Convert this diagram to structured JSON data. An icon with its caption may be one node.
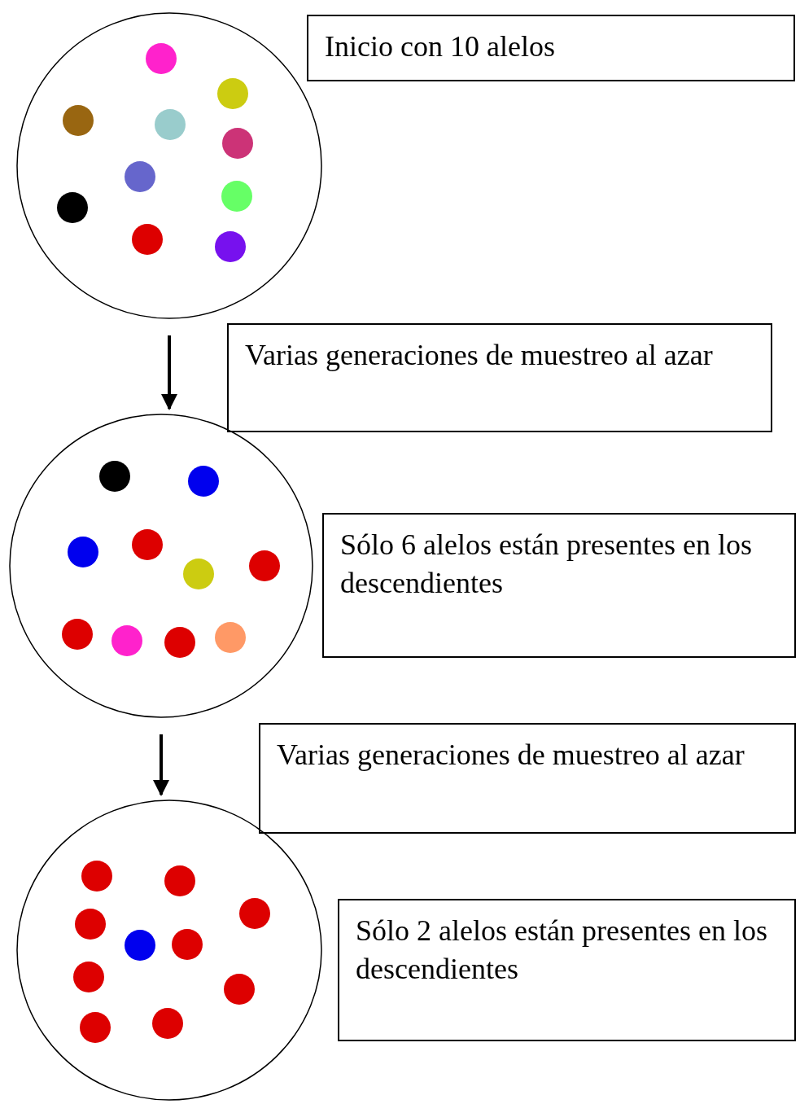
{
  "diagram": {
    "nodes": [
      {
        "text": [],
        "shape": "circle"
      },
      {
        "text": [
          "Inicio con 10 alelos"
        ]
      },
      {
        "text": [
          "Varias generaciones de muestreo al azar"
        ]
      },
      {
        "text": [],
        "shape": "circle"
      },
      {
        "text": [
          "Sólo 6 alelos están presentes en los descendientes"
        ]
      },
      {
        "text": [
          "Varias generaciones de muestreo al azar"
        ]
      },
      {
        "text": [],
        "shape": "circle"
      },
      {
        "text": [
          "Sólo 2 alelos están presentes en los descendientes"
        ]
      }
    ],
    "edges": [
      {
        "from": 0,
        "to": 3,
        "arrow": "to"
      },
      {
        "from": 3,
        "to": 6,
        "arrow": "to"
      }
    ]
  }
}
